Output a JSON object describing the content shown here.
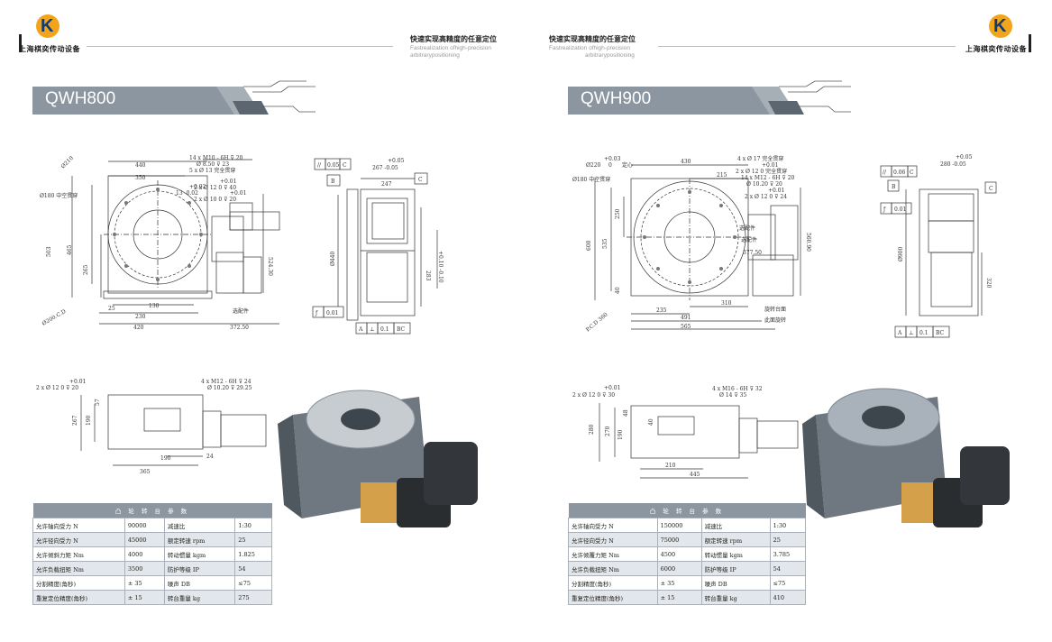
{
  "header": {
    "logo_left": "上海棋奕传动设备",
    "logo_right": "上海棋奕传动设备",
    "tag_left_cn": "快速实现高精度的任意定位",
    "tag_left_en1": "Fastrealization ofhigh-precision",
    "tag_left_en2": "arbitrarypositioning",
    "tag_right_cn": "快速实现高精度的任意定位",
    "tag_right_en1": "Fastrealization ofhigh-precision",
    "tag_right_en2": "arbitrarypositioning"
  },
  "left": {
    "model": "QWH800",
    "labels": {
      "d210": "Ø210",
      "w440": "440",
      "w350": "350",
      "d180": "Ø180 中空贯穿",
      "h503": "503",
      "h465": "465",
      "h265": "265",
      "b130": "130",
      "b25": "25",
      "b230": "230",
      "b420": "420",
      "b372": "372.50",
      "d200": "Ø200.C.D",
      "h524": "524.30",
      "note1": "14 x  M10 - 6H ⊽ 20",
      "note2": "Ø 8.50 ⊽ 23",
      "note3": "5 x Ø 13 完全贯穿",
      "note4": "+0.02",
      "note5": "13 -0.02",
      "note6": "+0.01",
      "note7": "2 x Ø 12  0   ⊽ 40",
      "note8": "+0.01",
      "note9": "2 x Ø 10  0   ⊽ 20",
      "adapter": "选配件",
      "side_flat": "0.05",
      "side_w": "267 -0.05",
      "side_tol": "+0.05",
      "side_247": "247",
      "side_440": "Ø440",
      "side_283": "283",
      "side_tol2": "+0.10  -0.10",
      "flat2": "0.01",
      "perp": "0.1",
      "ref_a": "A",
      "ref_b": "B",
      "ref_c": "C",
      "ref_bc": "BC",
      "bot_note1": "2 x Ø 12  0   ⊽ 20",
      "bot_tol": "+0.01",
      "bot_note2": "4 x  M12 - 6H ⊽ 24",
      "bot_note3": "Ø 10.20 ⊽ 29.25",
      "bot_267": "267",
      "bot_190": "190",
      "bot_57": "57",
      "bot_190b": "190",
      "bot_24": "24",
      "bot_365": "365"
    },
    "table": {
      "title": "凸 轮 转 台 参 数",
      "rows": [
        [
          "允许轴向受力 N",
          "90000",
          "减速比",
          "1:30"
        ],
        [
          "允许径向受力 N",
          "45000",
          "额定转速 rpm",
          "25"
        ],
        [
          "允许倾斜力矩 Nm",
          "4000",
          "转动惯量 kgm",
          "1.825"
        ],
        [
          "允许负载扭矩 Nm",
          "3500",
          "防护等级 IP",
          "54"
        ],
        [
          "分割精度(角秒)",
          "± 35",
          "噪声 DB",
          "≤75"
        ],
        [
          "重复定位精度(角秒)",
          "± 15",
          "转台重量 kg",
          "275"
        ]
      ]
    }
  },
  "right": {
    "model": "QWH900",
    "labels": {
      "d220": "Ø220",
      "tol": "+0.03",
      "zero": "0",
      "center": "定心",
      "d180": "Ø180 中空贯穿",
      "w430": "430",
      "w215": "215",
      "h600": "600",
      "h535": "535",
      "h250": "250",
      "h40": "40",
      "pcd": "P.C.D 360",
      "b235": "235",
      "b310": "310",
      "b491": "491",
      "b565": "565",
      "h560": "560.90",
      "note1": "4 x  Ø 17 完全贯穿",
      "note2": "+0.01",
      "note3": "2 x Ø 12  0   完全贯穿",
      "note4": "14 x  M12 - 6H ⊽ 20",
      "note5": "Ø 10.20 ⊽ 20",
      "note6": "+0.01",
      "note7": "2 x Ø 12  0   ⊽ 24",
      "adapter": "选配件",
      "adapter2": "选配件",
      "b377": "377.50",
      "table_top": "旋转台面",
      "table_rot": "此面旋转",
      "side_tol": "+0.05",
      "side_w": "280 -0.05",
      "flat_val": "0.06",
      "flat2": "0.01",
      "side_900": "Ø900",
      "side_320": "320",
      "perp": "0.1",
      "ref_a": "A",
      "ref_b": "B",
      "ref_c": "C",
      "ref_bc": "BC",
      "bot_note1": "2 x Ø 12  0   ⊽ 30",
      "bot_tol": "+0.01",
      "bot_note2": "4 x  M16 - 6H ⊽ 32",
      "bot_note3": "Ø 14 ⊽ 35",
      "bot_280": "280",
      "bot_270": "270",
      "bot_190": "190",
      "bot_40": "40",
      "bot_48": "48",
      "bot_210": "210",
      "bot_445": "445"
    },
    "table": {
      "title": "凸 轮 转 台 参 数",
      "rows": [
        [
          "允许轴向受力 N",
          "150000",
          "减速比",
          "1:30"
        ],
        [
          "允许径向受力 N",
          "75000",
          "额定转速 rpm",
          "25"
        ],
        [
          "允许倾覆力矩 Nm",
          "4500",
          "转动惯量 kgm",
          "3.785"
        ],
        [
          "允许负载扭矩 Nm",
          "6000",
          "防护等级 IP",
          "54"
        ],
        [
          "分割精度(角秒)",
          "± 35",
          "噪声 DB",
          "≤75"
        ],
        [
          "重复定位精度(角秒)",
          "± 15",
          "转台重量 kg",
          "410"
        ]
      ]
    }
  }
}
